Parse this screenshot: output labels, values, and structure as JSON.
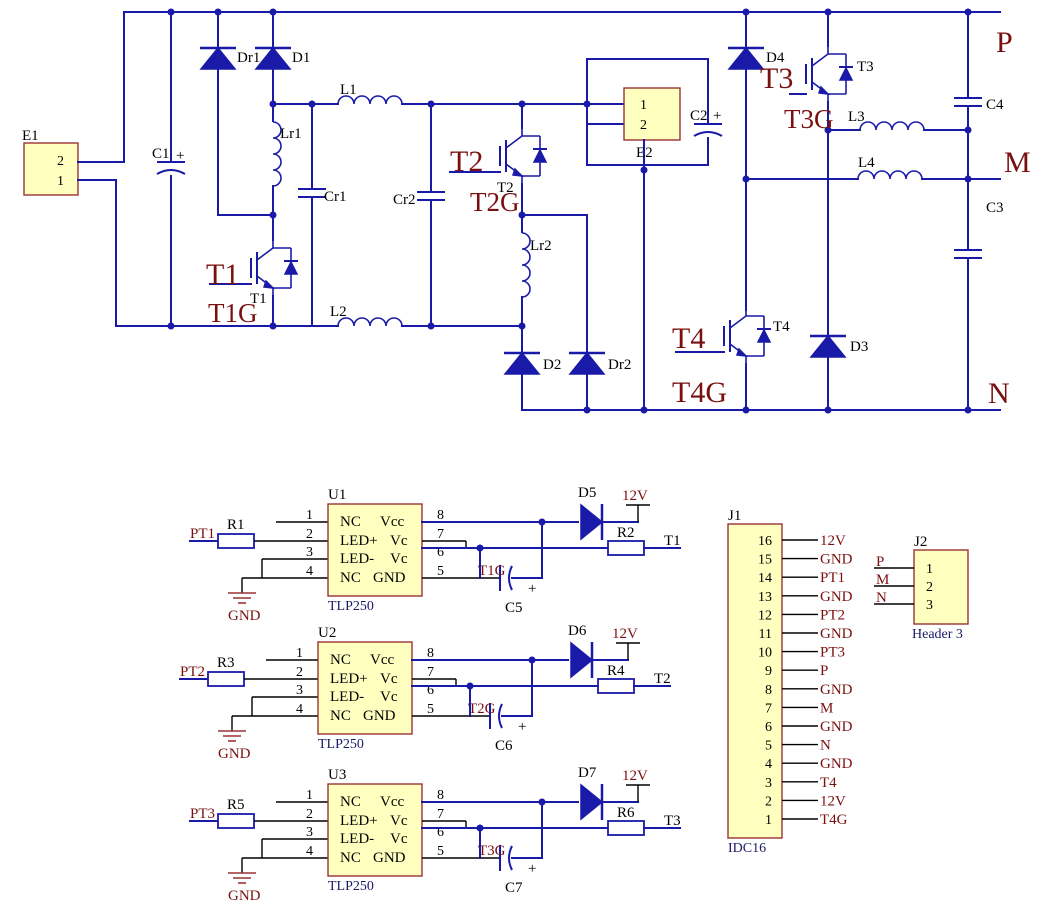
{
  "power": {
    "rails": {
      "p": "P",
      "m": "M",
      "n": "N"
    },
    "e1": {
      "ref": "E1",
      "pin2": "2",
      "pin1": "1"
    },
    "e2": {
      "ref": "E2",
      "pin1": "1",
      "pin2": "2"
    },
    "caps": {
      "c1": "C1",
      "c2": "C2",
      "c3": "C3",
      "c4": "C4",
      "cr1": "Cr1",
      "cr2": "Cr2",
      "polarity": "+"
    },
    "inductors": {
      "l1": "L1",
      "l2": "L2",
      "l3": "L3",
      "l4": "L4",
      "lr1": "Lr1",
      "lr2": "Lr2"
    },
    "diodes": {
      "d1": "D1",
      "dr1": "Dr1",
      "d2": "D2",
      "dr2": "Dr2",
      "d3": "D3",
      "d4": "D4"
    },
    "switches": [
      {
        "ref": "T1",
        "big": "T1",
        "gate": "T1G"
      },
      {
        "ref": "T2",
        "big": "T2",
        "gate": "T2G"
      },
      {
        "ref": "T3",
        "big": "T3",
        "gate": "T3G"
      },
      {
        "ref": "T4",
        "big": "T4",
        "gate": "T4G"
      }
    ]
  },
  "drivers": [
    {
      "ref": "U1",
      "part": "TLP250",
      "input": "PT1",
      "r_in": "R1",
      "r_out": "R2",
      "diode": "D5",
      "cap": "C5",
      "supply": "12V",
      "gate": "T1G",
      "out": "T1",
      "gnd": "GND"
    },
    {
      "ref": "U2",
      "part": "TLP250",
      "input": "PT2",
      "r_in": "R3",
      "r_out": "R4",
      "diode": "D6",
      "cap": "C6",
      "supply": "12V",
      "gate": "T2G",
      "out": "T2",
      "gnd": "GND"
    },
    {
      "ref": "U3",
      "part": "TLP250",
      "input": "PT3",
      "r_in": "R5",
      "r_out": "R6",
      "diode": "D7",
      "cap": "C7",
      "supply": "12V",
      "gate": "T3G",
      "out": "T3",
      "gnd": "GND"
    }
  ],
  "chip": {
    "rows": [
      {
        "num": "1",
        "left": "NC",
        "right": "Vcc",
        "rnum": "8"
      },
      {
        "num": "2",
        "left": "LED+",
        "right": "Vc",
        "rnum": "7"
      },
      {
        "num": "3",
        "left": "LED-",
        "right": "Vc",
        "rnum": "6"
      },
      {
        "num": "4",
        "left": "NC",
        "right": "GND",
        "rnum": "5"
      }
    ]
  },
  "j1": {
    "ref": "J1",
    "part": "IDC16",
    "pins": [
      {
        "num": "16",
        "net": "12V"
      },
      {
        "num": "15",
        "net": "GND"
      },
      {
        "num": "14",
        "net": "PT1"
      },
      {
        "num": "13",
        "net": "GND"
      },
      {
        "num": "12",
        "net": "PT2"
      },
      {
        "num": "11",
        "net": "GND"
      },
      {
        "num": "10",
        "net": "PT3"
      },
      {
        "num": "9",
        "net": "P"
      },
      {
        "num": "8",
        "net": "GND"
      },
      {
        "num": "7",
        "net": "M"
      },
      {
        "num": "6",
        "net": "GND"
      },
      {
        "num": "5",
        "net": "N"
      },
      {
        "num": "4",
        "net": "GND"
      },
      {
        "num": "3",
        "net": "T4"
      },
      {
        "num": "2",
        "net": "12V"
      },
      {
        "num": "1",
        "net": "T4G"
      }
    ]
  },
  "j2": {
    "ref": "J2",
    "part": "Header 3",
    "pins": [
      {
        "num": "1",
        "net": "P"
      },
      {
        "num": "2",
        "net": "M"
      },
      {
        "num": "3",
        "net": "N"
      }
    ]
  }
}
